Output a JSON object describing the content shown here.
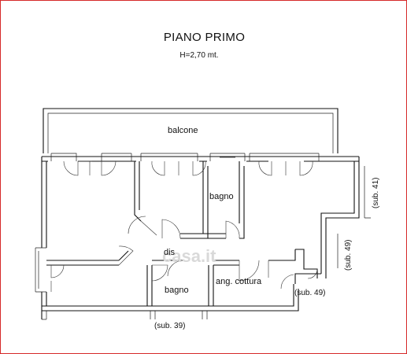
{
  "title": "PIANO PRIMO",
  "subtitle": "H=2,70 mt.",
  "rooms": {
    "balcone": "balcone",
    "bagno_upper": "bagno",
    "dis": "dis",
    "bagno_lower": "bagno",
    "ang_cottura": "ang. cottura"
  },
  "neighbors": {
    "sub41": "(sub. 41)",
    "sub49_vertical": "(sub. 49)",
    "sub49_horizontal": "(sub. 49)",
    "sub39": "(sub. 39)"
  },
  "watermark": "casa.it",
  "colors": {
    "frame": "#d62a2a",
    "lines": "#111111",
    "background": "#ffffff"
  }
}
